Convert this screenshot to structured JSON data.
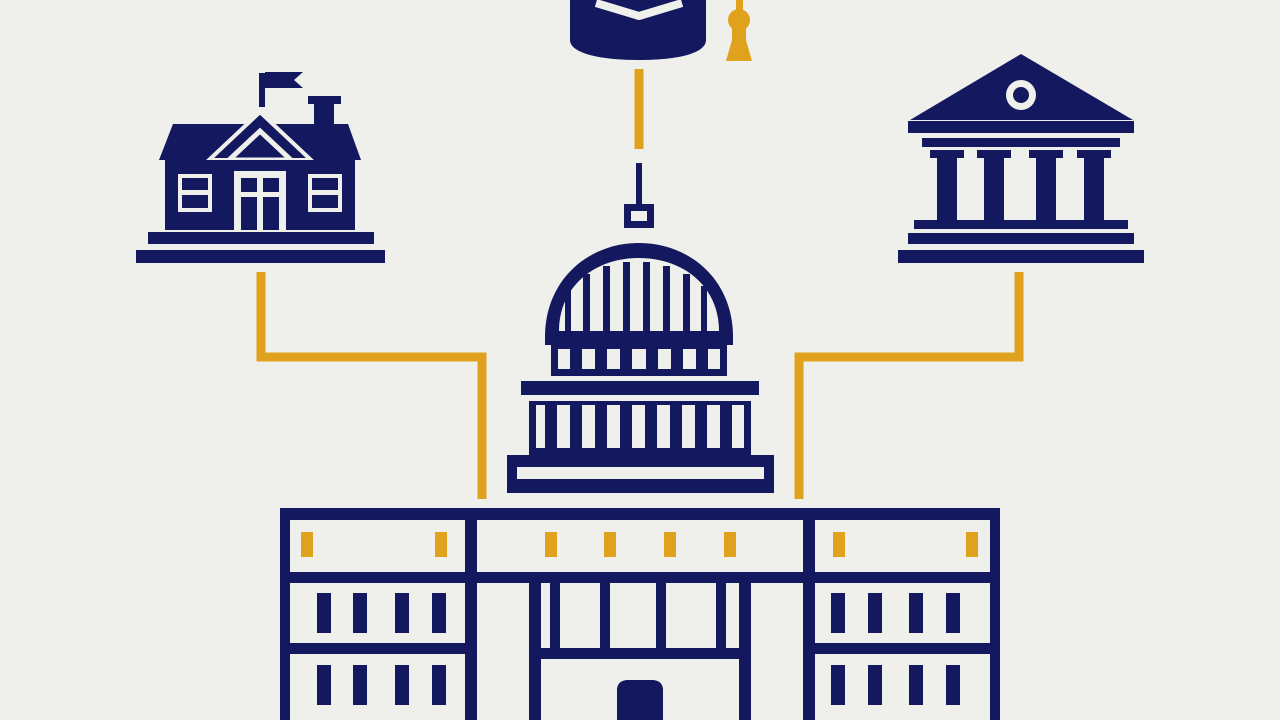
{
  "colors": {
    "background": "#efefec",
    "navy": "#14185f",
    "gold": "#e0a21d"
  },
  "icons": [
    "capitol-building-icon",
    "school-house-icon",
    "graduation-cap-icon",
    "bank-institution-icon"
  ],
  "connectors": [
    "school-to-capitol",
    "cap-to-capitol",
    "bank-to-capitol"
  ]
}
